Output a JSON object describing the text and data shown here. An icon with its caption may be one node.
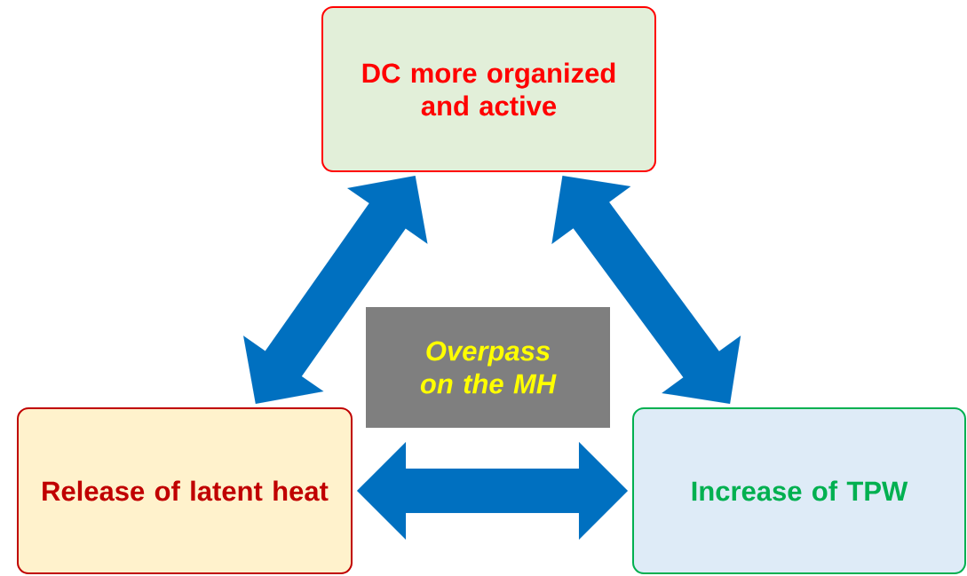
{
  "diagram": {
    "nodes": [
      {
        "text": [
          "DC more organized and active"
        ]
      },
      {
        "text": [
          "Release of latent heat"
        ]
      },
      {
        "text": [
          "Increase of TPW"
        ]
      },
      {
        "text": [
          "Overpass on the MH"
        ]
      }
    ],
    "edges": [
      {
        "from": 1,
        "to": 0,
        "arrow": "both"
      },
      {
        "from": 0,
        "to": 2,
        "arrow": "both"
      },
      {
        "from": 1,
        "to": 2,
        "arrow": "both"
      }
    ]
  }
}
